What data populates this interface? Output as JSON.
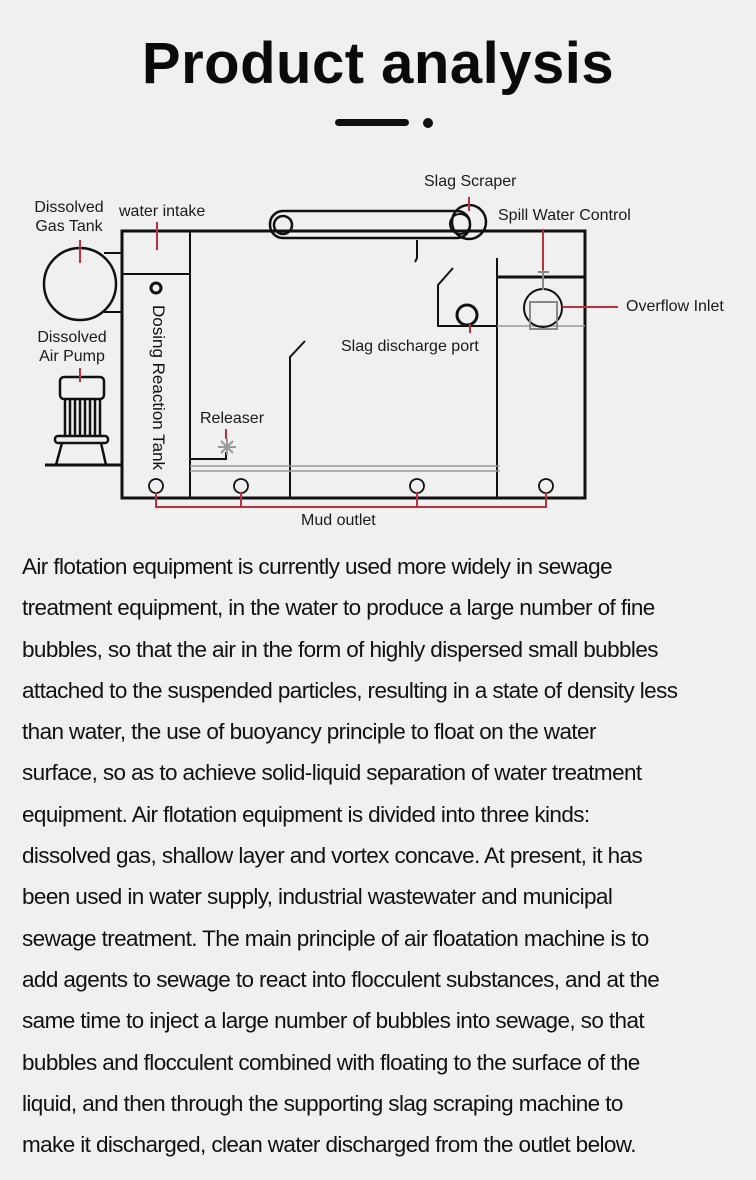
{
  "title": "Product analysis",
  "diagram": {
    "labels": {
      "dissolved_gas_tank": [
        "Dissolved",
        "Gas Tank"
      ],
      "water_intake": "water intake",
      "slag_scraper": "Slag Scraper",
      "spill_water_control": "Spill Water Control",
      "overflow_inlet": "Overflow Inlet",
      "dissolved_air_pump": [
        "Dissolved",
        "Air Pump"
      ],
      "dosing_reaction_tank": "Dosing Reaction Tank",
      "slag_discharge_port": "Slag discharge port",
      "releaser": "Releaser",
      "mud_outlet": "Mud outlet"
    },
    "colors": {
      "line": "#111111",
      "pointer": "#c0303a"
    }
  },
  "description_lines": [
    "Air flotation equipment is currently used more widely in sewage",
    "treatment equipment, in the water to produce a large number of fine",
    "bubbles, so that the air in the form of highly dispersed small bubbles",
    "attached to the suspended particles, resulting in a state of density less",
    "than water, the use of buoyancy principle to float on the water",
    "surface, so as to achieve solid-liquid separation of water treatment",
    "equipment. Air flotation equipment is divided into three kinds:",
    "dissolved gas, shallow layer and vortex concave. At present, it has",
    "been used in water supply, industrial wastewater and municipal",
    "sewage treatment. The main principle of air floatation machine is to",
    "add agents to sewage to react into flocculent substances, and at the",
    "same time to inject a large number of bubbles into sewage, so that",
    "bubbles and flocculent combined with floating to the surface of the",
    "liquid, and then through the supporting slag scraping machine to",
    "make it discharged, clean water discharged from the outlet below."
  ]
}
